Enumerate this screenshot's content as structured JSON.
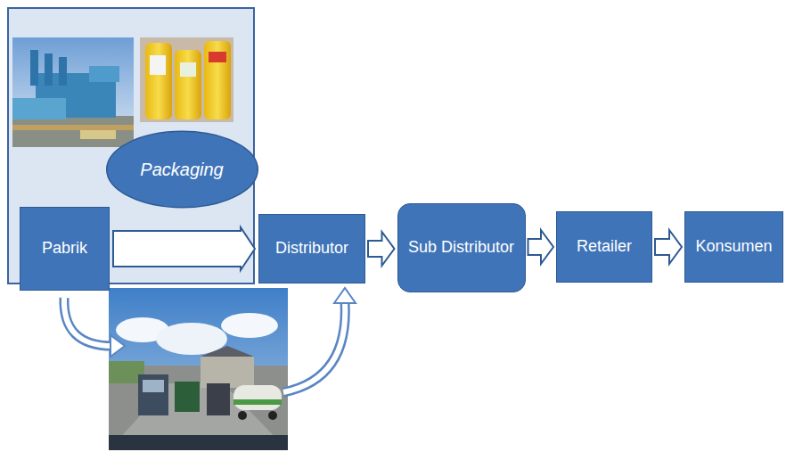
{
  "diagram": {
    "nodes": [
      {
        "text": [
          "Packaging"
        ]
      },
      {
        "text": [
          "Pabrik"
        ]
      },
      {
        "text": [
          "Distributor"
        ]
      },
      {
        "text": [
          "Sub Distributor"
        ]
      },
      {
        "text": [
          "Retailer"
        ]
      },
      {
        "text": [
          "Konsumen"
        ]
      }
    ],
    "edges": [
      {
        "from": 1,
        "to": 2,
        "arrow": "to"
      },
      {
        "from": 2,
        "to": 3,
        "arrow": "to"
      },
      {
        "from": 3,
        "to": 4,
        "arrow": "to"
      },
      {
        "from": 4,
        "to": 5,
        "arrow": "to"
      }
    ]
  }
}
